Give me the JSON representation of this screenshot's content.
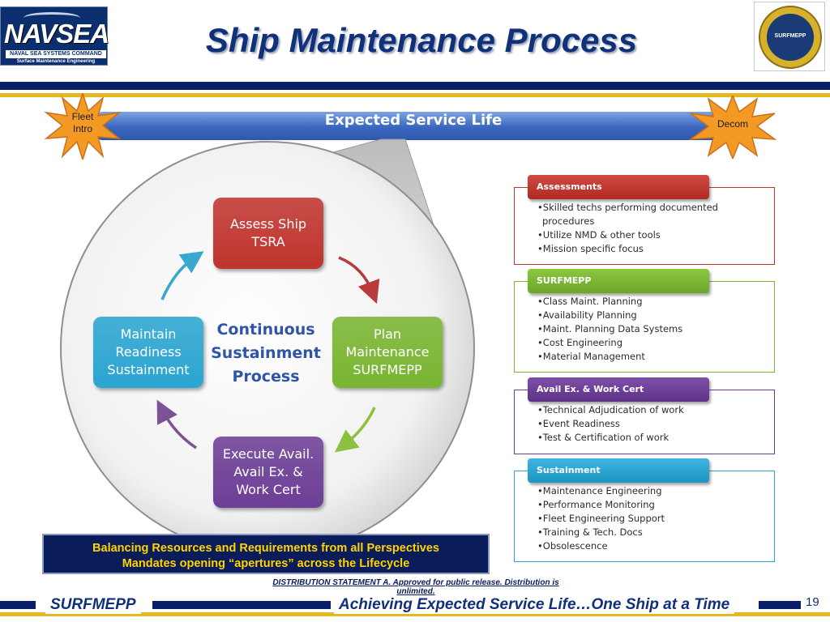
{
  "header": {
    "title": "Ship Maintenance Process",
    "navsea_logo": {
      "name": "NAVSEA",
      "line1": "NAVAL SEA SYSTEMS COMMAND",
      "line2": "Surface Maintenance Engineering"
    },
    "surfmepp_logo": {
      "name": "SURFMEPP"
    }
  },
  "timeline": {
    "bar_label": "Expected Service Life",
    "start_label": "Fleet Intro",
    "end_label": "Decom"
  },
  "cycle": {
    "center_label": "Continuous Sustainment Process",
    "steps": [
      {
        "label": "Assess Ship TSRA",
        "color": "#c0342e"
      },
      {
        "label": "Plan Maintenance SURFMEPP",
        "color": "#79b531"
      },
      {
        "label": "Execute Avail. Avail Ex. & Work Cert",
        "color": "#6c3e96"
      },
      {
        "label": "Maintain Readiness Sustainment",
        "color": "#2aa5d1"
      }
    ]
  },
  "panels": [
    {
      "title": "Assessments",
      "color": "#c0342e",
      "items": [
        "Skilled techs performing documented procedures",
        "Utilize NMD & other tools",
        "Mission specific focus"
      ]
    },
    {
      "title": "SURFMEPP",
      "color": "#79b531",
      "items": [
        "Class Maint. Planning",
        "Availability Planning",
        "Maint. Planning Data Systems",
        "Cost Engineering",
        "Material Management"
      ]
    },
    {
      "title": "Avail Ex. & Work Cert",
      "color": "#6c3e96",
      "items": [
        "Technical Adjudication of work",
        "Event Readiness",
        "Test & Certification of work"
      ]
    },
    {
      "title": "Sustainment",
      "color": "#2aa5d1",
      "items": [
        "Maintenance Engineering",
        "Performance Monitoring",
        "Fleet Engineering Support",
        "Training & Tech. Docs",
        "Obsolescence"
      ]
    }
  ],
  "balance": {
    "line1": "Balancing Resources and Requirements from all Perspectives",
    "line2": "Mandates opening “apertures” across the Lifecycle"
  },
  "footer": {
    "distribution": "DISTRIBUTION STATEMENT A.  Approved for public release.  Distribution is unlimited.",
    "left": "SURFMEPP",
    "tagline": "Achieving Expected Service Life…One Ship at a Time",
    "page_number": "19"
  },
  "colors": {
    "navy": "#0a1f6a",
    "gold": "#e7b722",
    "bar_blue": "#3a66bf",
    "star_orange": "#f39a25"
  }
}
